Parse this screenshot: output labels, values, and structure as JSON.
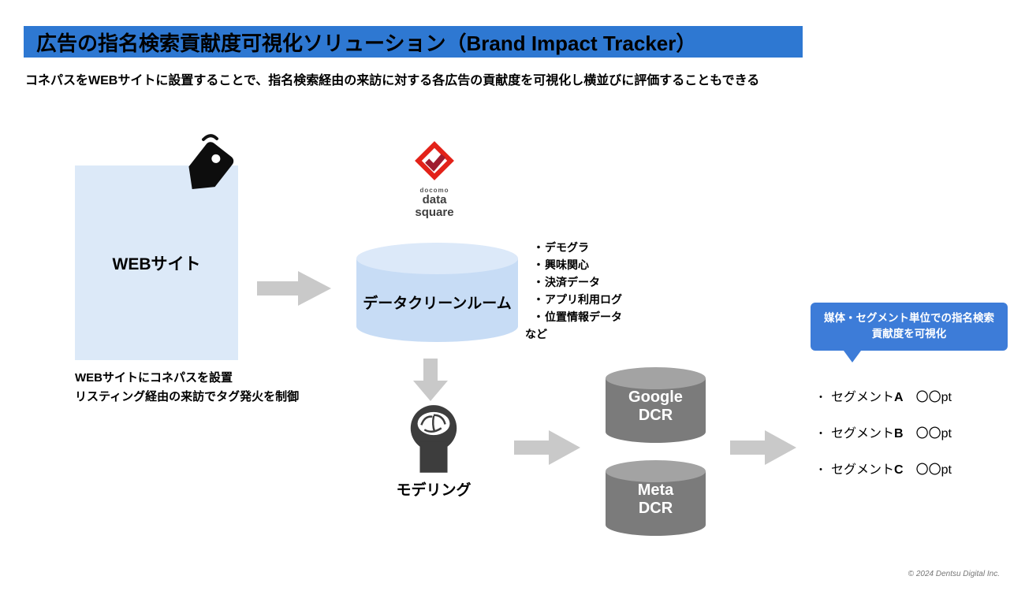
{
  "slide": {
    "title": "広告の指名検索貢献度可視化ソリューション（Brand Impact Tracker）",
    "subtitle": "コネパスをWEBサイトに設置することで、指名検索経由の来訪に対する各広告の貢献度を可視化し横並びに評価することもできる",
    "copyright": "© 2024 Dentsu Digital Inc."
  },
  "colors": {
    "title_bar_bg": "#2e78d2",
    "web_box_bg": "#dce9f8",
    "clean_room_cylinder": "#c7dcf5",
    "dcr_cylinder_body": "#7b7b7b",
    "dcr_cylinder_top": "#a3a3a3",
    "arrow": "#c9c9c9",
    "callout_bg": "#3d7cd8",
    "logo_red": "#e32219",
    "logo_crimson": "#9f1c2f"
  },
  "web_site": {
    "box_label": "WEBサイト",
    "caption_line1": "WEBサイトにコネパスを設置",
    "caption_line2": "リスティング経由の来訪でタグ発火を制御"
  },
  "data_square": {
    "brand": "docomo",
    "word1": "data",
    "word2": "square"
  },
  "clean_room": {
    "label": "データクリーンルーム",
    "sources": [
      "デモグラ",
      "興味関心",
      "決済データ",
      "アプリ利用ログ",
      "位置情報データ"
    ],
    "sources_suffix": "など"
  },
  "modeling": {
    "label": "モデリング"
  },
  "dcr": {
    "google_line1": "Google",
    "google_line2": "DCR",
    "meta_line1": "Meta",
    "meta_line2": "DCR"
  },
  "result": {
    "callout": "媒体・セグメント単位での指名検索貢献度を可視化",
    "segments": [
      {
        "name": "セグメント",
        "letter": "A",
        "value": "〇〇pt"
      },
      {
        "name": "セグメント",
        "letter": "B",
        "value": "〇〇pt"
      },
      {
        "name": "セグメント",
        "letter": "C",
        "value": "〇〇pt"
      }
    ]
  },
  "icons": {
    "tag": "tag-icon",
    "data_square_logo": "data-square-logo-icon",
    "brain": "brain-head-icon",
    "arrow_right": "arrow-right-icon",
    "arrow_down": "arrow-down-icon"
  }
}
